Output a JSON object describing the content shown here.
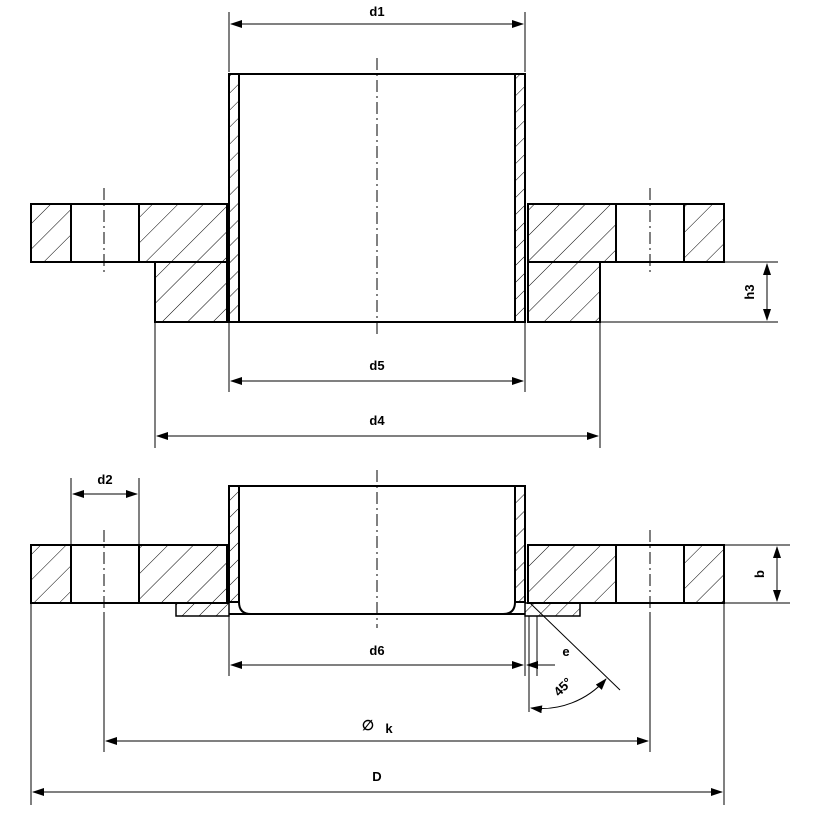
{
  "labels": {
    "d1": "d1",
    "d5": "d5",
    "d4": "d4",
    "h3": "h3",
    "d2": "d2",
    "b": "b",
    "d6": "d6",
    "e": "e",
    "angle": "45°",
    "k_symbol": "∅",
    "k": "k",
    "D": "D"
  }
}
